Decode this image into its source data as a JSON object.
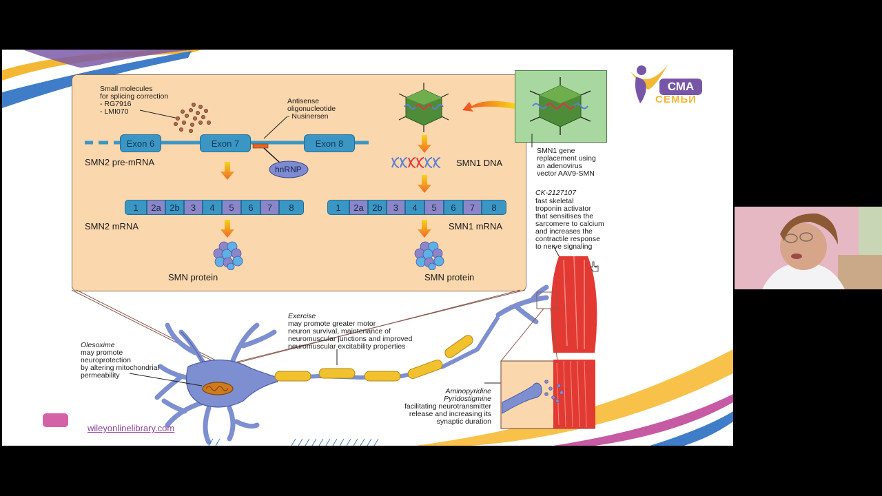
{
  "slide": {
    "panel": {
      "small_molecules": {
        "title": "Small molecules\nfor splicing correction",
        "items": [
          "- RG7916",
          "- LMI070"
        ]
      },
      "antisense": {
        "title": "Antisense\noligonucleotide",
        "item": "- Nusinersen"
      },
      "exons": [
        "Exon 6",
        "Exon 7",
        "Exon 8"
      ],
      "hnrnp": "hnRNP",
      "smn2_pre_mrna": "SMN2 pre-mRNA",
      "smn2_mrna_label": "SMN2 mRNA",
      "smn1_mrna_label": "SMN1 mRNA",
      "smn1_dna_label": "SMN1 DNA",
      "mrna_segments": [
        {
          "label": "1",
          "color": "blue"
        },
        {
          "label": "2a",
          "color": "purple"
        },
        {
          "label": "2b",
          "color": "blue"
        },
        {
          "label": "3",
          "color": "purple"
        },
        {
          "label": "4",
          "color": "blue"
        },
        {
          "label": "5",
          "color": "purple"
        },
        {
          "label": "6",
          "color": "blue"
        },
        {
          "label": "7",
          "color": "purple"
        },
        {
          "label": "8",
          "color": "blue"
        }
      ],
      "protein_left": "SMN protein",
      "protein_right": "SMN protein"
    },
    "gene_replacement": "SMN1 gene\nreplacement using\nan adenovirus\nvector AAV9-SMN",
    "ck": {
      "name": "CK-2127107",
      "desc": "fast skeletal\ntroponin activator\nthat sensitises the\nsarcomere to calcium\nand increases the\ncontractile response\nto nerve signaling"
    },
    "exercise": {
      "name": "Exercise",
      "desc": "may promote greater motor\nneuron survival, maintenance of\nneuromuscular junctions and improved\nneuromuscular excitability properties"
    },
    "olesoxime": {
      "name": "Olesoxime",
      "desc": "may promote\nneuroprotection\nby altering mitochondrial\npermeability"
    },
    "aminopyridine": {
      "name": "Aminopyridine\nPyridostigmine",
      "desc": "facilitating neurotransmitter\nrelease and increasing its\nsynaptic duration"
    },
    "source_link": "wileyonlinelibrary.com",
    "logo": {
      "top": "СМА",
      "bottom": "СЕМЬИ"
    },
    "colors": {
      "panel_bg": "#fbd7ad",
      "exon_blue": "#3b96c4",
      "exon_purple": "#8c86c8",
      "neuron": "#7d8fd0",
      "myelin": "#f2c12e",
      "muscle": "#e23a32",
      "logo_purple": "#7756a8",
      "logo_yellow": "#f3b733"
    }
  }
}
